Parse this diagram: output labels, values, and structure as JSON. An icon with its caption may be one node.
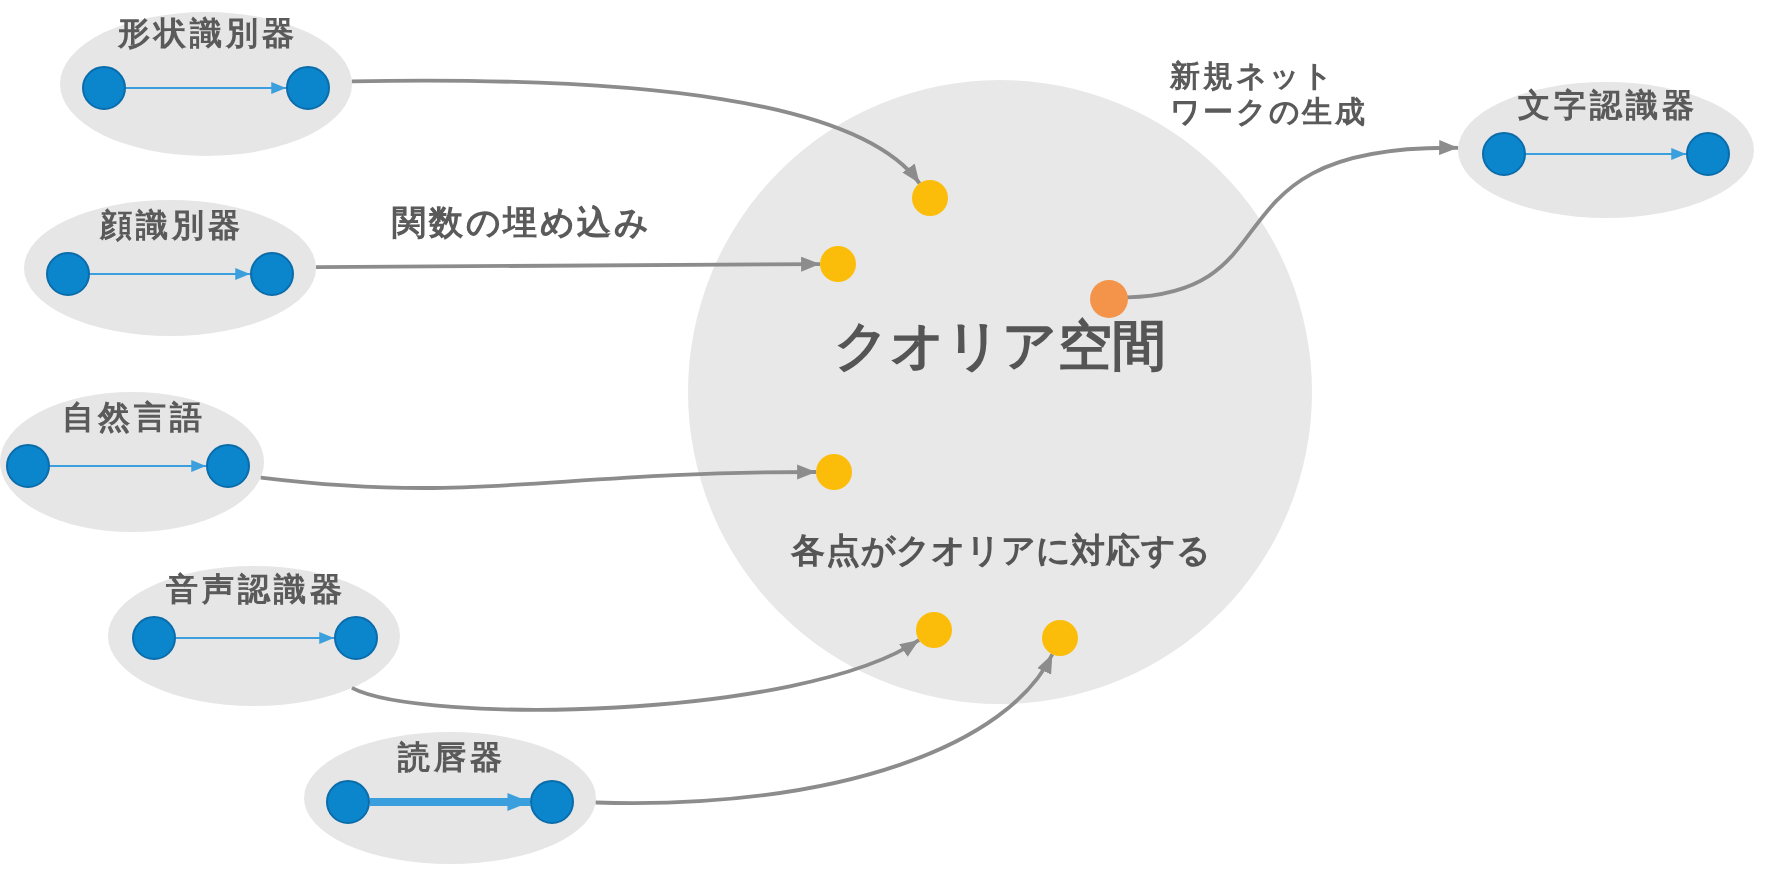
{
  "diagram": {
    "nodes": [
      {
        "text": [
          "形状識別器"
        ]
      },
      {
        "text": [],
        "shape": "circle",
        "in": 0
      },
      {
        "text": [],
        "shape": "circle",
        "in": 0
      },
      {
        "text": [
          "顔識別器"
        ]
      },
      {
        "text": [],
        "shape": "circle",
        "in": 3
      },
      {
        "text": [],
        "shape": "circle",
        "in": 3
      },
      {
        "text": [
          "自然言語"
        ]
      },
      {
        "text": [],
        "shape": "circle",
        "in": 6
      },
      {
        "text": [],
        "shape": "circle",
        "in": 6
      },
      {
        "text": [
          "音声認識器"
        ]
      },
      {
        "text": [],
        "shape": "circle",
        "in": 9
      },
      {
        "text": [],
        "shape": "circle",
        "in": 9
      },
      {
        "text": [
          "読唇器"
        ]
      },
      {
        "text": [],
        "shape": "circle",
        "in": 12
      },
      {
        "text": [],
        "shape": "circle",
        "in": 12
      },
      {
        "text": [
          "クオリア空間",
          "各点がクオリアに対応する"
        ]
      },
      {
        "text": [],
        "shape": "circle",
        "in": 15
      },
      {
        "text": [],
        "shape": "circle",
        "in": 15
      },
      {
        "text": [],
        "shape": "circle",
        "in": 15
      },
      {
        "text": [],
        "shape": "circle",
        "in": 15
      },
      {
        "text": [],
        "shape": "circle",
        "in": 15
      },
      {
        "text": [],
        "shape": "circle",
        "in": 15
      },
      {
        "text": [
          "文字認識器"
        ]
      },
      {
        "text": [],
        "shape": "circle",
        "in": 22
      },
      {
        "text": [],
        "shape": "circle",
        "in": 22
      }
    ],
    "edges": [
      {
        "from": 1,
        "to": 2,
        "arrow": "to",
        "color": "#3a9fdc"
      },
      {
        "from": 4,
        "to": 5,
        "arrow": "to",
        "color": "#3a9fdc"
      },
      {
        "from": 7,
        "to": 8,
        "arrow": "to",
        "color": "#3a9fdc"
      },
      {
        "from": 10,
        "to": 11,
        "arrow": "to",
        "color": "#3a9fdc"
      },
      {
        "from": 13,
        "to": 14,
        "arrow": "to",
        "color": "#3a9fdc",
        "style": "thick"
      },
      {
        "from": 0,
        "to": 16,
        "arrow": "to"
      },
      {
        "from": 3,
        "to": 17,
        "arrow": "to",
        "label": "関数の埋め込み"
      },
      {
        "from": 6,
        "to": 18,
        "arrow": "to"
      },
      {
        "from": 9,
        "to": 19,
        "arrow": "to"
      },
      {
        "from": 12,
        "to": 20,
        "arrow": "to"
      },
      {
        "from": 21,
        "to": 22,
        "arrow": "to",
        "label": "新規ネットワークの生成"
      },
      {
        "from": 23,
        "to": 24,
        "arrow": "to",
        "color": "#3a9fdc"
      }
    ]
  }
}
